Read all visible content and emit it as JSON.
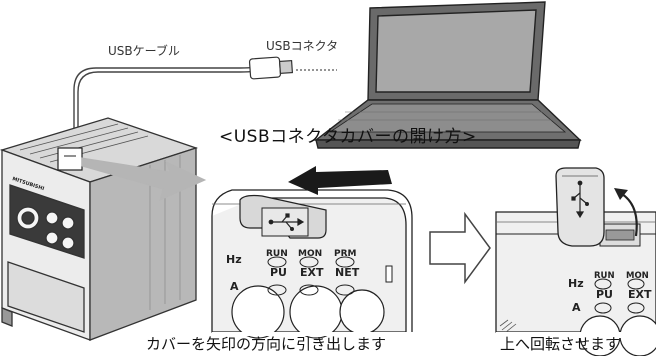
{
  "cable_label": "USBケーブル",
  "connector_label": "USBコネクタ",
  "title": "<USBコネクタカバーの開け方>",
  "caption_left": "カバーを矢印の方向に引き出します",
  "caption_right": "上へ回転させます",
  "inverter_brand": "MITSUBISHI",
  "panel_left": {
    "hz": "Hz",
    "a": "A",
    "run": "RUN",
    "pu": "PU",
    "mon": "MON",
    "ext": "EXT",
    "prm": "PRM",
    "net": "NET"
  },
  "panel_right": {
    "hz": "Hz",
    "a": "A",
    "run": "RUN",
    "pu": "PU",
    "mon": "MON",
    "ext": "EXT"
  }
}
